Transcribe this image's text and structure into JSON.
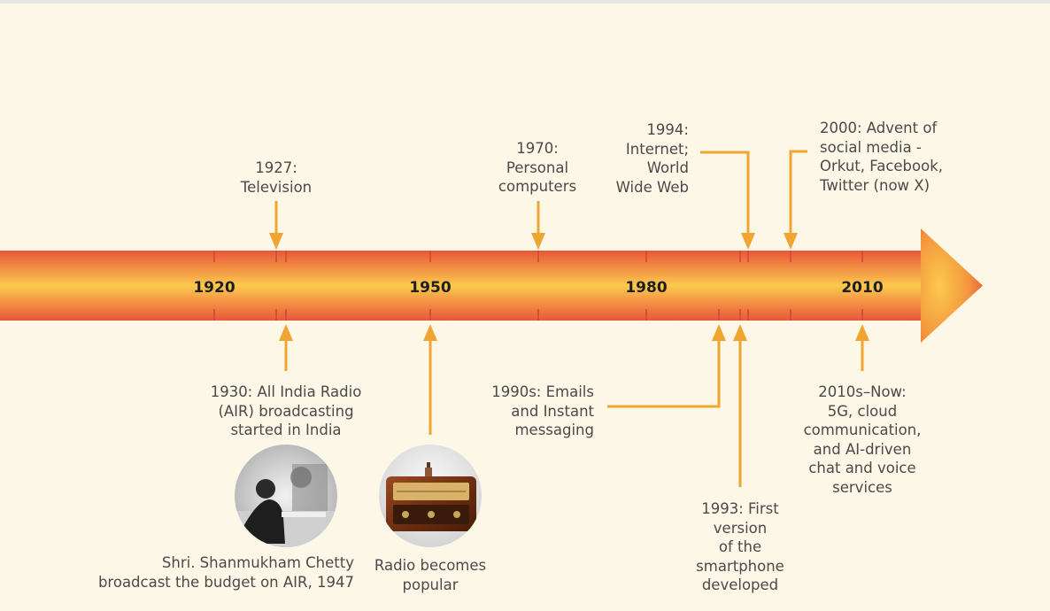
{
  "timeline": {
    "years": [
      "1920",
      "1950",
      "1980",
      "2010"
    ],
    "events_above": {
      "e1927": "1927:\nTelevision",
      "e1970": "1970:\nPersonal\ncomputers",
      "e1994": "1994:\nInternet;\nWorld\nWide Web",
      "e2000": "2000: Advent of\nsocial media -\nOrkut, Facebook,\nTwitter (now X)"
    },
    "events_below": {
      "e1930": "1930: All India Radio\n(AIR) broadcasting\nstarted in India",
      "e1950": "Radio becomes\npopular",
      "e1990s": "1990s: Emails\nand Instant\nmessaging",
      "e1993": "1993: First\nversion\nof the\nsmartphone\ndeveloped",
      "e2010s": "2010s–Now:\n5G, cloud\ncommunication,\nand AI-driven\nchat and voice\nservices"
    },
    "photo_caption": "Shri. Shanmukham Chetty\nbroadcast the budget on AIR, 1947"
  },
  "colors": {
    "arrow_accent": "#f0a530",
    "band_edge": "#e8573a",
    "band_center": "#fbc94d",
    "tick": "#d4463a",
    "background": "#fdf7e8"
  },
  "icons": [
    "person-at-desk-photo",
    "vintage-radio-photo"
  ]
}
